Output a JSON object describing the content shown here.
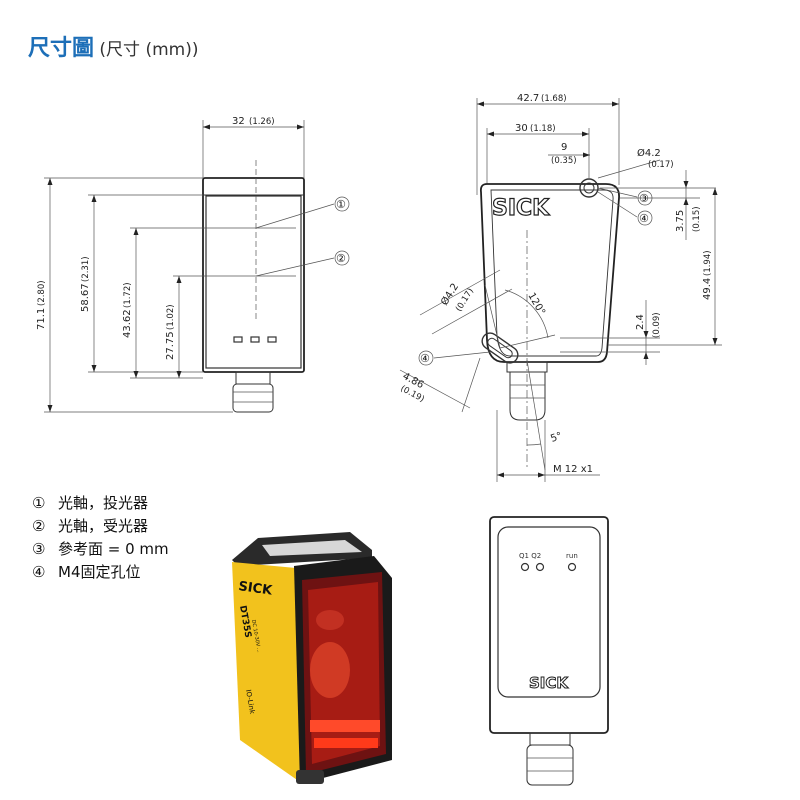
{
  "header": {
    "title": "尺寸圖",
    "subtitle": " (尺寸 (mm))"
  },
  "front_view": {
    "width": "32",
    "width_in": "(1.26)",
    "h_total": "71.1",
    "h_total_in": "(2.80)",
    "h_58": "58.67",
    "h_58_in": "(2.31)",
    "h_43": "43.62",
    "h_43_in": "(1.72)",
    "h_27": "27.75",
    "h_27_in": "(1.02)",
    "c1": "①",
    "c2": "②"
  },
  "side_view": {
    "w_total": "42.7",
    "w_total_in": "(1.68)",
    "w_30": "30",
    "w_30_in": "(1.18)",
    "w_9": "9",
    "w_9_in": "(0.35)",
    "dia_top": "Ø4.2",
    "dia_top_in": "(0.17)",
    "v_375": "3.75",
    "v_375_in": "(0.15)",
    "v_494": "49.4",
    "v_494_in": "(1.94)",
    "dia_left": "Ø4.2",
    "dia_left_in": "(0.17)",
    "angle_120": "120°",
    "v_24": "2.4",
    "v_24_in": "(0.09)",
    "d_486": "4.86",
    "d_486_in": "(0.19)",
    "angle_5": "5°",
    "thread": "M 12 x1",
    "brand": "SICK",
    "c3": "③",
    "c4": "④",
    "c4b": "④"
  },
  "legend": [
    {
      "num": "①",
      "text": "光軸，投光器"
    },
    {
      "num": "②",
      "text": "光軸，受光器"
    },
    {
      "num": "③",
      "text": "參考面 = 0 mm"
    },
    {
      "num": "④",
      "text": "M4固定孔位"
    }
  ],
  "product_photo": {
    "brand": "SICK",
    "model": "DT35S",
    "power": "DC 10-30V ...",
    "iolink": "IO-Link"
  },
  "back_view": {
    "led_labels": "Q1 Q2",
    "led_run": "run",
    "brand": "SICK"
  }
}
